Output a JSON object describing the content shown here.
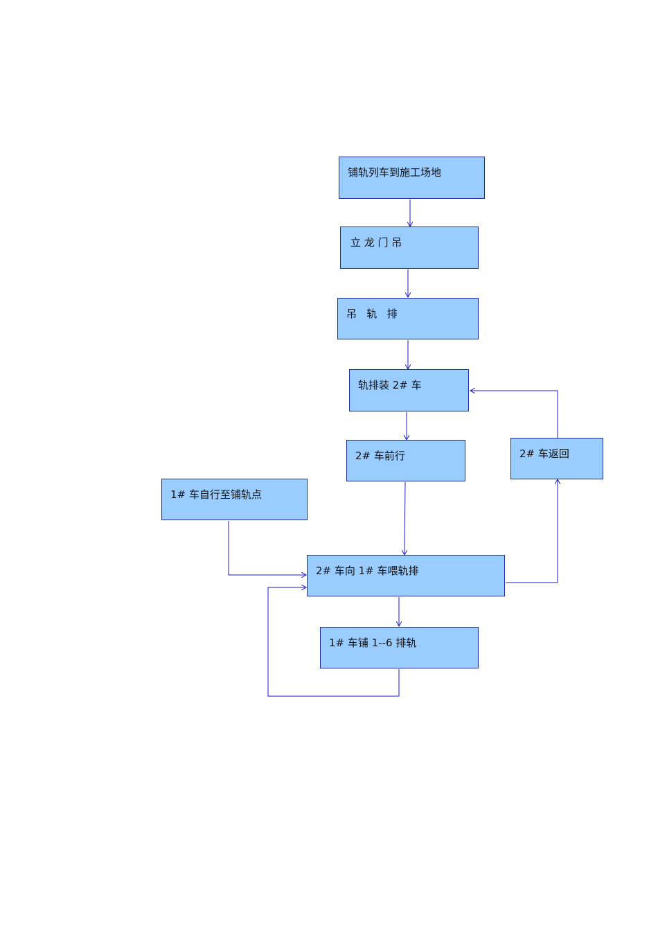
{
  "diagram": {
    "nodes": [
      {
        "id": "arrive",
        "label": "铺轨列车到施工场地"
      },
      {
        "id": "gantry",
        "label": "立 龙 门 吊"
      },
      {
        "id": "lift",
        "label": "吊   轨   排"
      },
      {
        "id": "load2",
        "label": "轨排装 2# 车"
      },
      {
        "id": "forward2",
        "label": "2# 车前行"
      },
      {
        "id": "return2",
        "label": "2# 车返回"
      },
      {
        "id": "self1",
        "label": "1# 车自行至铺轨点"
      },
      {
        "id": "feed",
        "label": "2# 车向 1# 车喂轨排"
      },
      {
        "id": "lay1",
        "label": "1# 车铺 1--6 排轨"
      }
    ],
    "edges": [
      {
        "from": "arrive",
        "to": "gantry"
      },
      {
        "from": "gantry",
        "to": "lift"
      },
      {
        "from": "lift",
        "to": "load2"
      },
      {
        "from": "load2",
        "to": "forward2"
      },
      {
        "from": "forward2",
        "to": "feed"
      },
      {
        "from": "self1",
        "to": "feed"
      },
      {
        "from": "feed",
        "to": "lay1"
      },
      {
        "from": "feed",
        "to": "return2"
      },
      {
        "from": "return2",
        "to": "load2"
      },
      {
        "from": "lay1",
        "to": "feed"
      }
    ],
    "colors": {
      "box_fill": "#99ccff",
      "box_border": "#1f2a9c",
      "connector": "#1a1acc"
    }
  }
}
